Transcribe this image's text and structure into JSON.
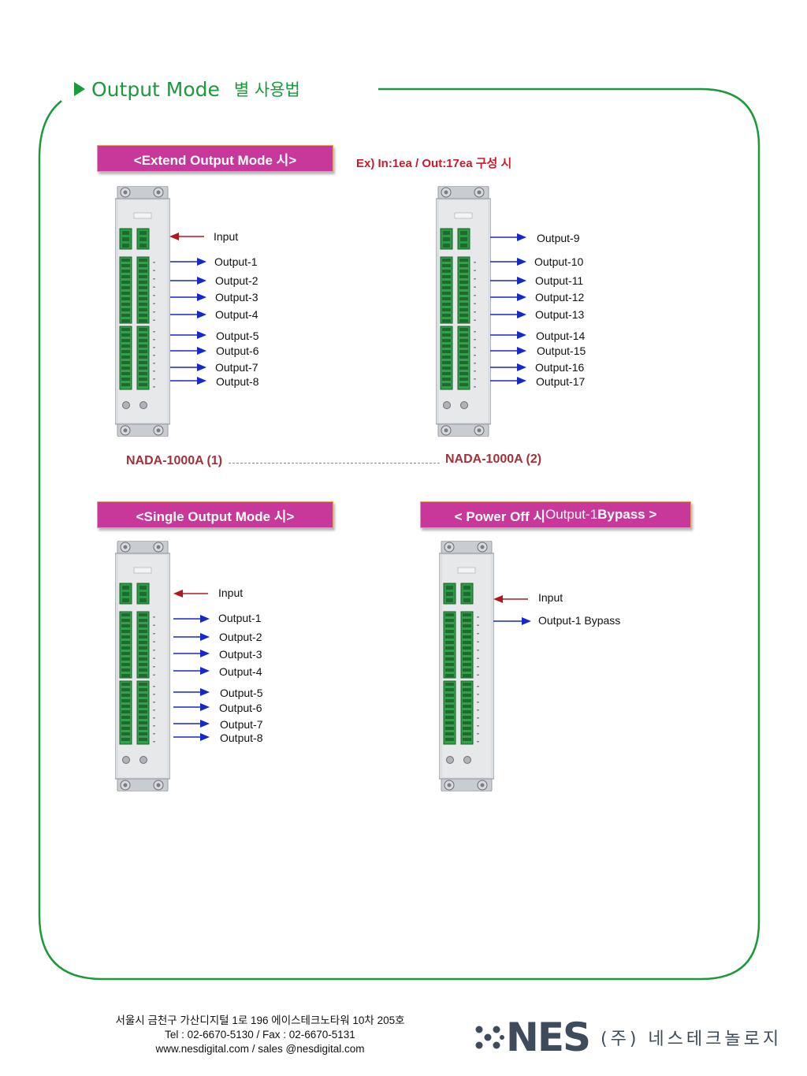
{
  "header": {
    "title": "Output Mode",
    "subtitle": "별 사용법"
  },
  "colors": {
    "accent_green": "#1a9a3a",
    "badge_magenta": "#c8379a",
    "note_red": "#c81a2a",
    "input_arrow": "#b01820",
    "output_arrow": "#1528c8",
    "dash_blue": "#3aa0d8"
  },
  "extend_mode": {
    "label": "<Extend Output Mode 시>",
    "example": "Ex) In:1ea / Out:17ea 구성 시",
    "module_1": {
      "name": "NADA-1000A (1)",
      "input": "Input",
      "outputs": [
        "Output-1",
        "Output-2",
        "Output-3",
        "Output-4",
        "Output-5",
        "Output-6",
        "Output-7",
        "Output-8"
      ]
    },
    "module_2": {
      "name": "NADA-1000A (2)",
      "outputs": [
        "Output-9",
        "Output-10",
        "Output-11",
        "Output-12",
        "Output-13",
        "Output-14",
        "Output-15",
        "Output-16",
        "Output-17"
      ]
    }
  },
  "single_mode": {
    "label": "<Single Output Mode 시>",
    "input": "Input",
    "outputs": [
      "Output-1",
      "Output-2",
      "Output-3",
      "Output-4",
      "Output-5",
      "Output-6",
      "Output-7",
      "Output-8"
    ]
  },
  "power_off": {
    "label_prefix": "< Power Off 시 ",
    "label_middle": "Output-1",
    "label_suffix": " Bypass >",
    "input": "Input",
    "bypass": "Output-1 Bypass"
  },
  "footer": {
    "address": "서울시 금천구 가산디지털 1로 196 에이스테크노타워 10차 205호",
    "phone": "Tel : 02-6670-5130 / Fax : 02-6670-5131",
    "web": "www.nesdigital.com / sales @nesdigital.com",
    "logo_text": "NES",
    "company": "(주) 네스테크놀로지"
  }
}
